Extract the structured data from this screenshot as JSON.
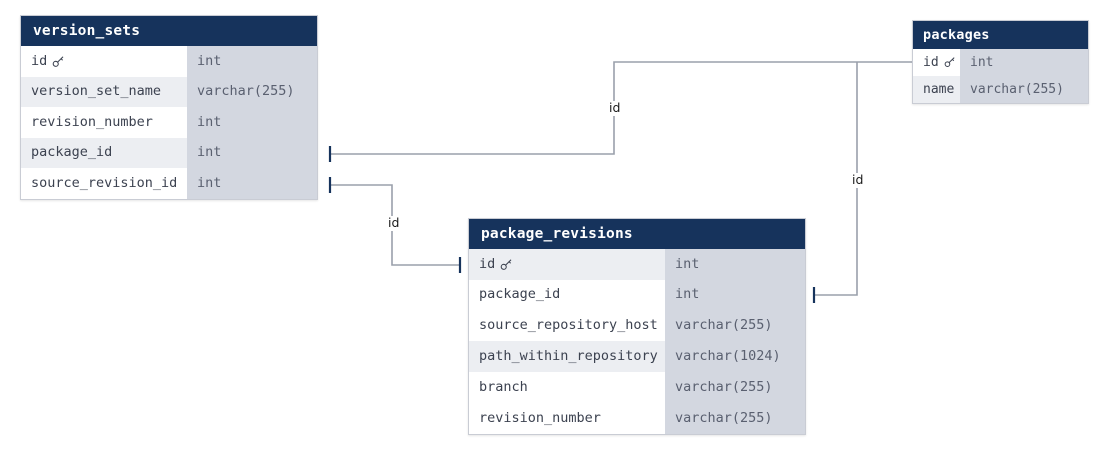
{
  "diagram": {
    "type": "entity-relationship-diagram",
    "background_color": "#ffffff",
    "header_color": "#16335c",
    "type_column_color": "#d3d7e0",
    "edge_color": "#9aa0ab",
    "tick_color": "#16335c",
    "key_icon_name": "primary-key-icon"
  },
  "tables": [
    {
      "name": "version_sets",
      "fields": [
        {
          "name": "id",
          "type": "int",
          "key": true
        },
        {
          "name": "version_set_name",
          "type": "varchar(255)",
          "key": false
        },
        {
          "name": "revision_number",
          "type": "int",
          "key": false
        },
        {
          "name": "package_id",
          "type": "int",
          "key": false
        },
        {
          "name": "source_revision_id",
          "type": "int",
          "key": false
        }
      ]
    },
    {
      "name": "packages",
      "fields": [
        {
          "name": "id",
          "type": "int",
          "key": true
        },
        {
          "name": "name",
          "type": "varchar(255)",
          "key": false
        }
      ]
    },
    {
      "name": "package_revisions",
      "fields": [
        {
          "name": "id",
          "type": "int",
          "key": true
        },
        {
          "name": "package_id",
          "type": "int",
          "key": false
        },
        {
          "name": "source_repository_host",
          "type": "varchar(255)",
          "key": false
        },
        {
          "name": "path_within_repository",
          "type": "varchar(1024)",
          "key": false
        },
        {
          "name": "branch",
          "type": "varchar(255)",
          "key": false
        },
        {
          "name": "revision_number",
          "type": "varchar(255)",
          "key": false
        }
      ]
    }
  ],
  "relationships": [
    {
      "label": "id",
      "from_table": "version_sets",
      "from_field": "package_id",
      "to_table": "packages",
      "to_field": "id"
    },
    {
      "label": "id",
      "from_table": "version_sets",
      "from_field": "source_revision_id",
      "to_table": "package_revisions",
      "to_field": "id"
    },
    {
      "label": "id",
      "from_table": "package_revisions",
      "from_field": "package_id",
      "to_table": "packages",
      "to_field": "id"
    }
  ]
}
